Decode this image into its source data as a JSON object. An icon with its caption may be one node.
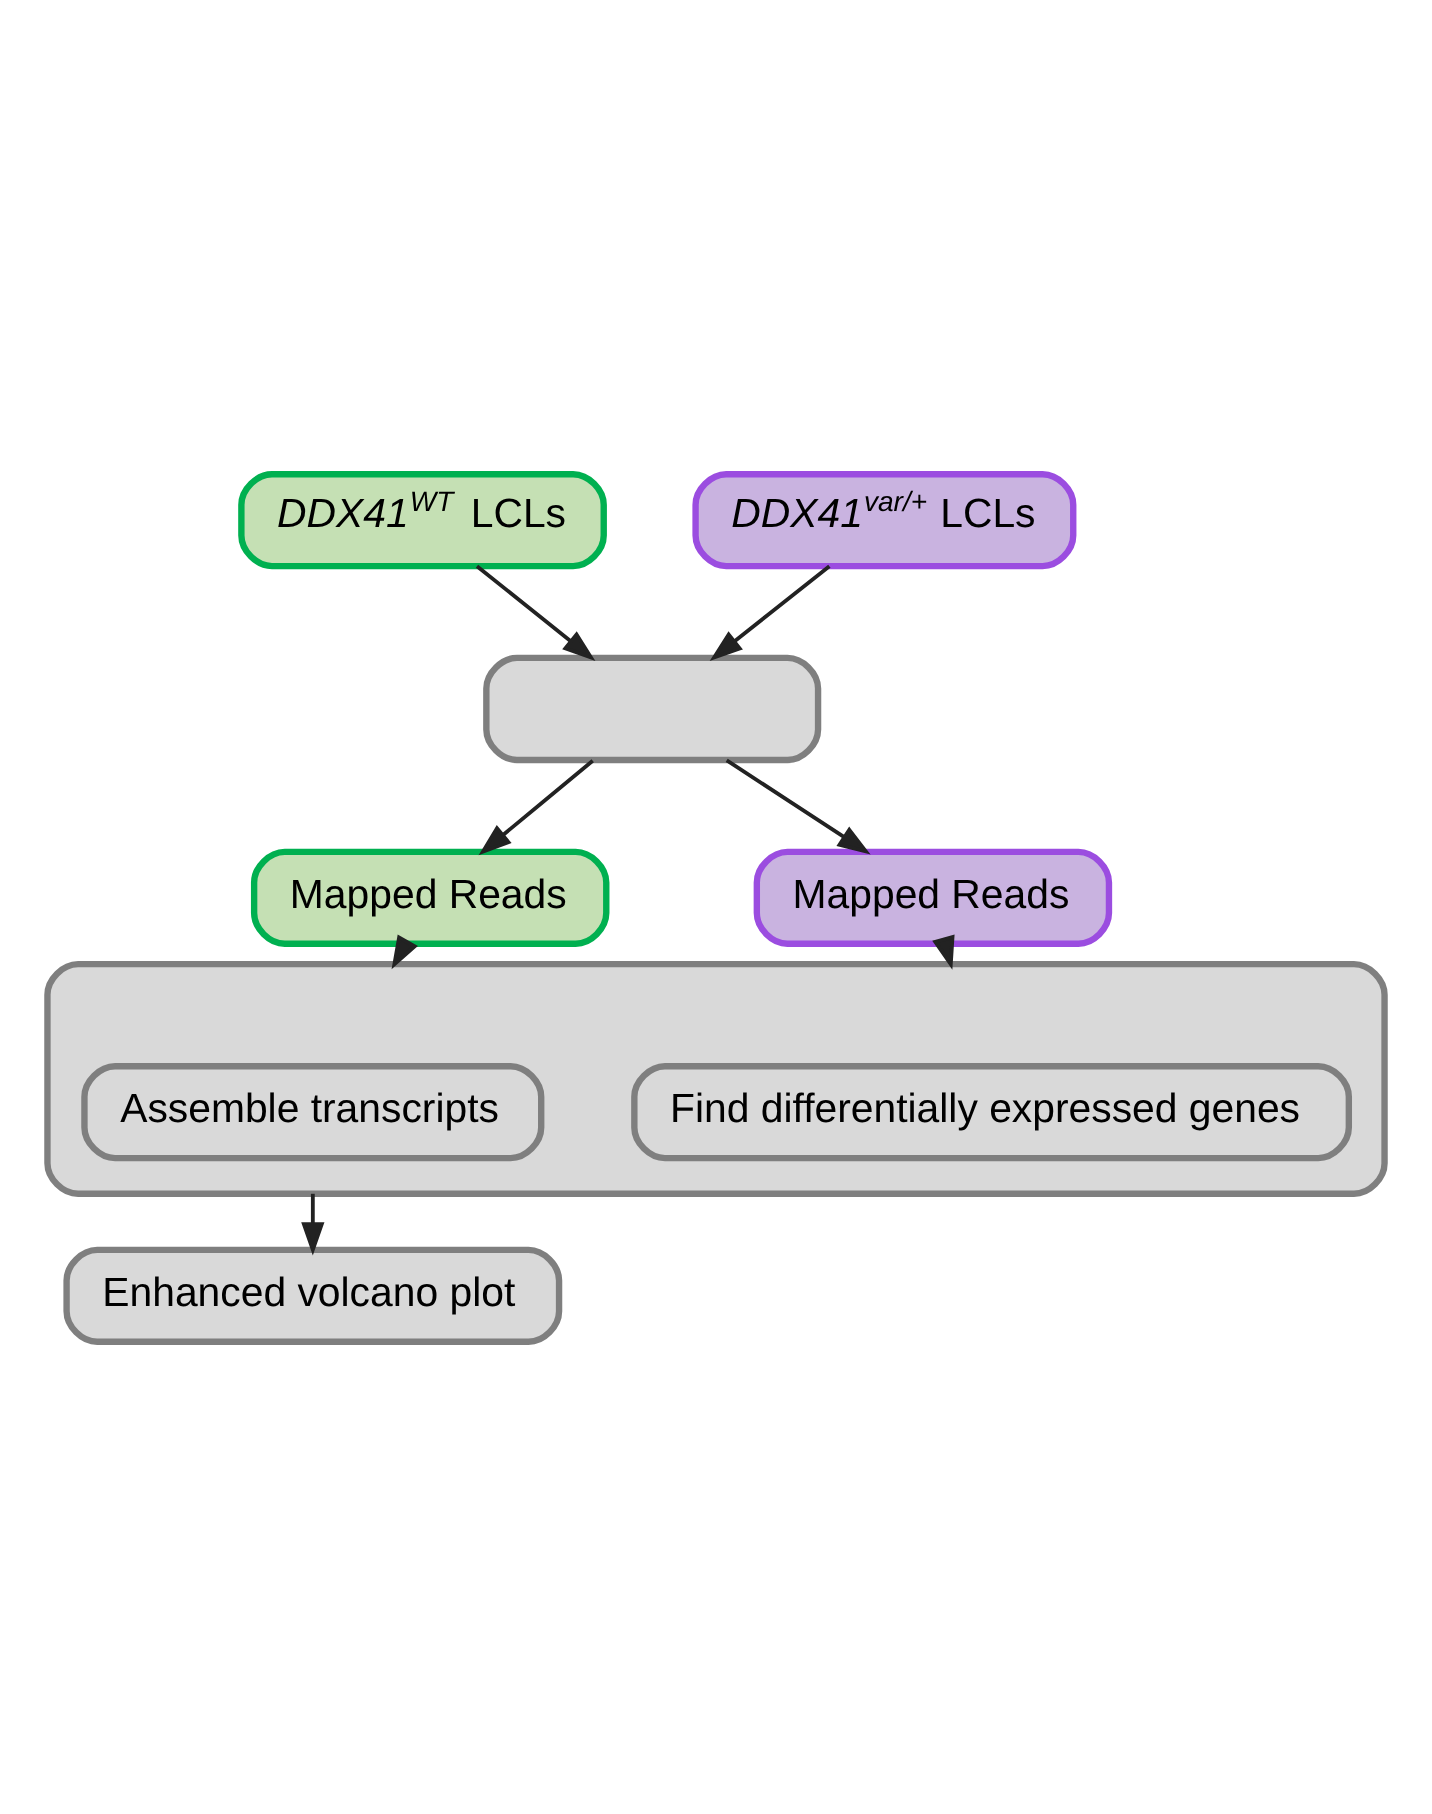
{
  "diagram": {
    "nodes": [
      {
        "text": [
          "*DDX41*$^{WT}$ LCLs"
        ]
      },
      {
        "text": [
          "*DDX41*$^{var/+}$ LCLs"
        ]
      },
      {
        "text": [],
        "shape": "box"
      },
      {
        "text": [
          "Mapped Reads"
        ]
      },
      {
        "text": [
          "Mapped Reads"
        ]
      },
      {
        "text": [],
        "shape": "box"
      },
      {
        "text": [
          "Assemble transcripts"
        ],
        "in": 5
      },
      {
        "text": [
          "Find differentially expressed genes"
        ],
        "in": 5
      },
      {
        "text": [
          "Enhanced volcano plot"
        ]
      }
    ],
    "edges": [
      {
        "from": 0,
        "to": 2,
        "arrow": "to"
      },
      {
        "from": 1,
        "to": 2,
        "arrow": "to"
      },
      {
        "from": 2,
        "to": 3,
        "arrow": "to"
      },
      {
        "from": 2,
        "to": 4,
        "arrow": "to"
      },
      {
        "from": 3,
        "to": 5,
        "arrow": "to"
      },
      {
        "from": 4,
        "to": 5,
        "arrow": "to"
      },
      {
        "from": 5,
        "to": 8,
        "arrow": "to"
      }
    ]
  }
}
